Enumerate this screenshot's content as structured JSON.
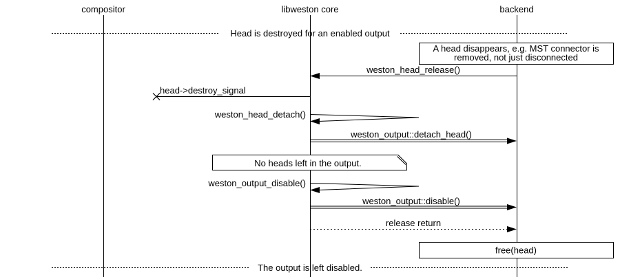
{
  "participants": {
    "compositor": "compositor",
    "core": "libweston core",
    "backend": "backend"
  },
  "dividers": {
    "top": "Head is destroyed for an enabled output",
    "bottom": "The output is left disabled."
  },
  "comment_box": {
    "line1": "A head disappears, e.g. MST connector is",
    "line2": "removed, not just disconnected"
  },
  "note": {
    "text": "No heads left in the output."
  },
  "action_box": {
    "text": "free(head)"
  },
  "messages": {
    "head_release": "weston_head_release()",
    "destroy_signal": "head->destroy_signal",
    "head_detach": "weston_head_detach()",
    "detach_head": "weston_output::detach_head()",
    "output_disable": "weston_output_disable()",
    "disable": "weston_output::disable()",
    "release_return": "release return"
  },
  "colors": {
    "line": "#000000",
    "background": "#ffffff"
  }
}
